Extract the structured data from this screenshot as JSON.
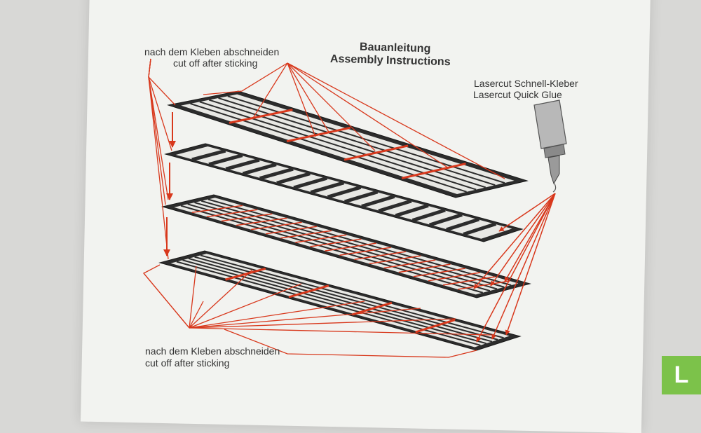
{
  "labels": {
    "cut_top": [
      "nach dem Kleben abschneiden",
      "cut off after sticking"
    ],
    "cut_bottom": [
      "nach dem Kleben abschneiden",
      "cut off after sticking"
    ],
    "title": [
      "Bauanleitung",
      "Assembly Instructions"
    ],
    "glue": [
      "Lasercut Schnell-Kleber",
      "Lasercut Quick Glue"
    ]
  },
  "badge_icon": "logo-square-icon",
  "colors": {
    "arrow": "#d8381c",
    "strip": "#2c2c2c",
    "paper": "#f2f3f0",
    "badge": "#7cc24a"
  }
}
